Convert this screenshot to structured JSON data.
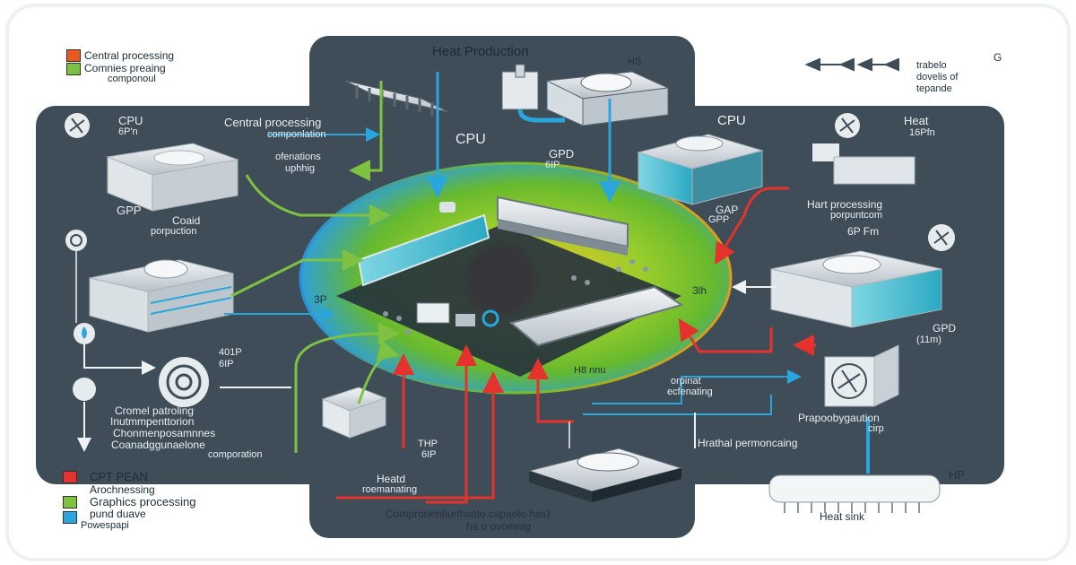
{
  "title": "Heat Production",
  "colors": {
    "panel": "#3e4d57",
    "background": "#ffffff",
    "red": "#e5322d",
    "green": "#7fc241",
    "blue": "#2aa6de",
    "orange": "#e85a1f"
  },
  "legend_top": [
    {
      "color": "#e85a1f",
      "text": "Central processing"
    },
    {
      "color": "#7fc241",
      "text": "Comnies preaing"
    },
    {
      "color": "",
      "text": "componoul"
    }
  ],
  "legend_bottom": [
    {
      "color": "#e5322d",
      "text": "CPT PEAN"
    },
    {
      "color": "",
      "text": "Arochnessing"
    },
    {
      "color": "#7fc241",
      "text": "Graphics processing"
    },
    {
      "color": "",
      "text": "pund duave"
    },
    {
      "color": "#2aa6de",
      "text": "Powespapi"
    }
  ],
  "labels": {
    "cpu_left": "CPU",
    "cpu_left_sub": "6P'n",
    "central_proc": "Central processing",
    "central_proc_sub": "componlation",
    "cpu_mid": "CPU",
    "gpd_mid": "GPD",
    "gpd_mid_sub": "6IP",
    "cpu_right": "CPU",
    "heat_right": "Heat",
    "heat_right_sub": "16Pfn",
    "ofenations": "ofenations",
    "ofenations_sub": "uphhig",
    "gpp": "GPP",
    "coaid": "Coaid",
    "coaid_sub": "porpuction",
    "hart_processing": "Hart processing",
    "hart_processing_sub": "porpuntcom",
    "gap": "GAP",
    "gap_sub": "GPP",
    "six_pfm": "6P Fm",
    "four_one_p": "401P",
    "six_ip": "6IP",
    "gpd_right": "GPD",
    "gpd_right_sub": "(11m)",
    "cromel": "Cromel patroling",
    "cromel_2": "Inutmmpenttorion",
    "cromel_3": "Chonmenposamnnes",
    "cromel_4": "Coanadggunaelone",
    "cromel_5": "comporation",
    "orpinat": "orpinat",
    "orpinat_sub": "ecfenating",
    "he_nu": "H8 nnu",
    "thp": "THP",
    "thp_sub": "6IP",
    "heatd": "Heatd",
    "heatd_sub": "roemanating",
    "proppo": "Prapoobygaution",
    "proppo_sub": "cirp",
    "hrathal": "Hrathal permoncaing",
    "comprob": "Compronentiurfhaslo capaolo has)",
    "comprob_sub": "ha o ovomnlg",
    "hp": "HP",
    "heat_sink": "Heat sink",
    "top_right_1": "trabelo",
    "top_right_2": "dovelis of",
    "top_right_3": "tepande",
    "top_right_g": "G",
    "hs_badge": "HS",
    "tag_3p": "3P",
    "tag_3ln": "3lh"
  }
}
